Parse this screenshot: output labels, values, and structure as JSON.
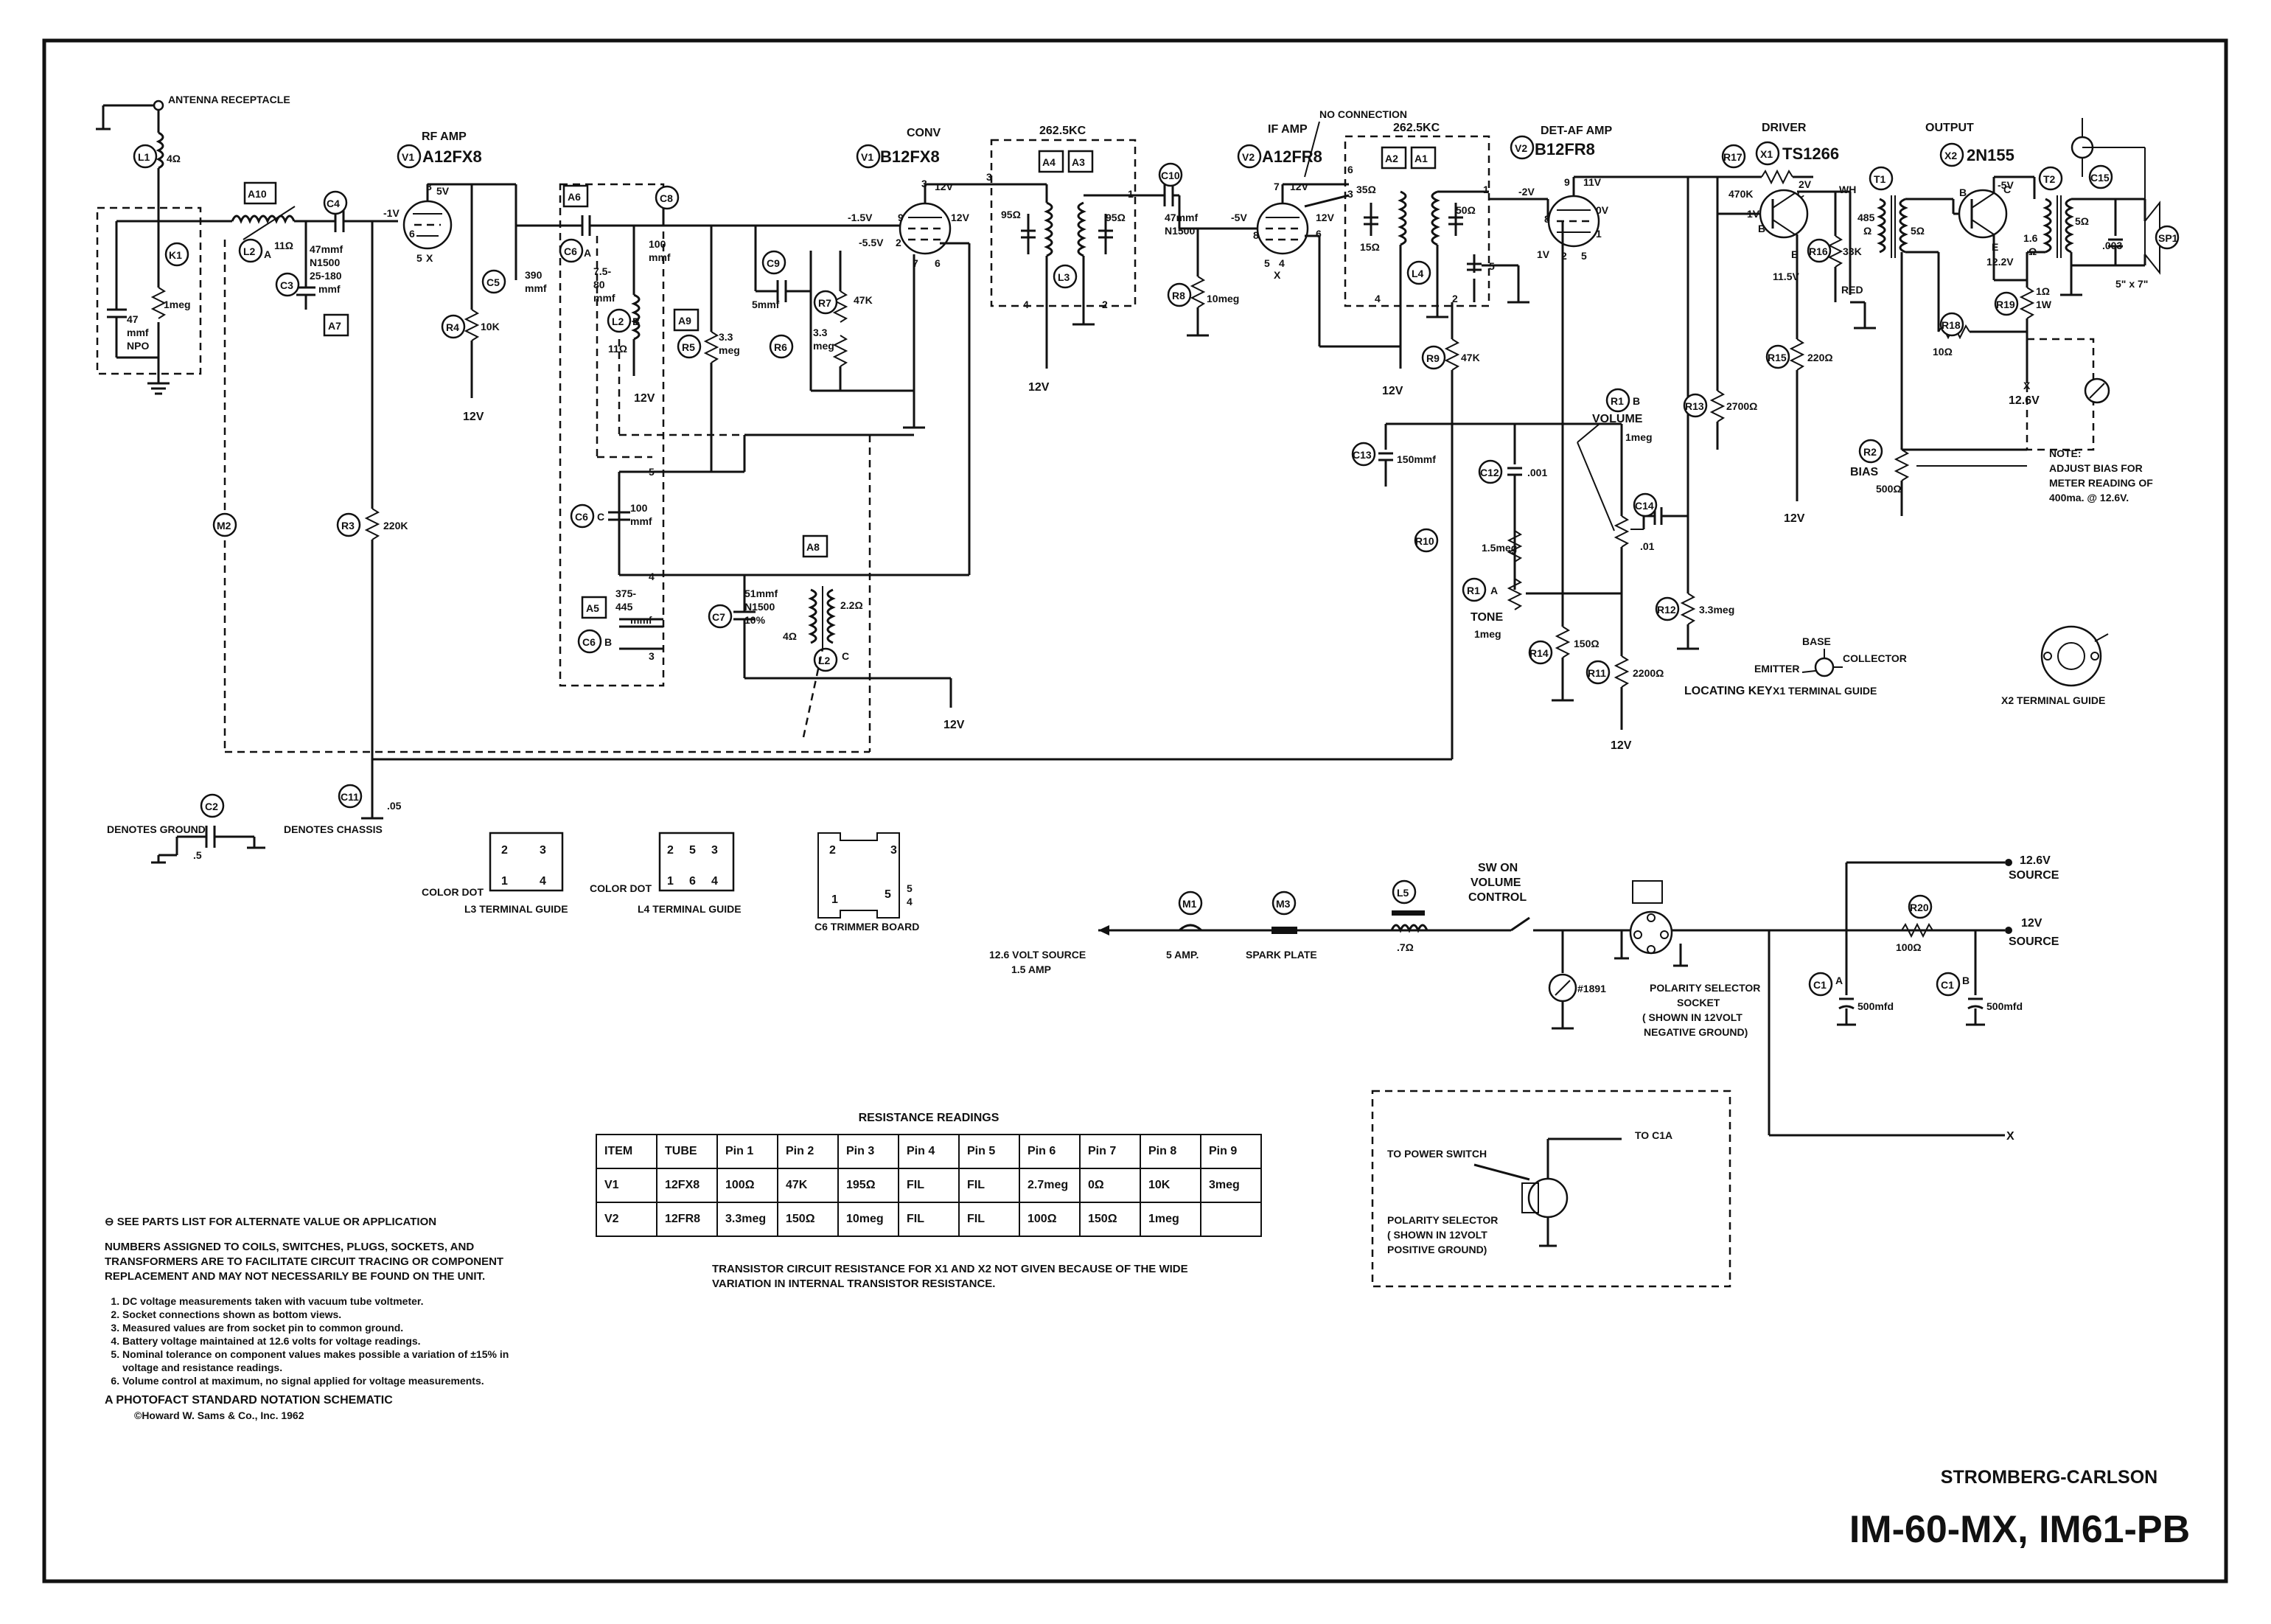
{
  "labels": {
    "antenna": "ANTENNA RECEPTACLE",
    "rf_amp": "RF AMP",
    "v1a_tube": "A12FX8",
    "conv": "CONV",
    "v1b_tube": "B12FX8",
    "if_amp": "IF AMP",
    "v2a_tube": "A12FR8",
    "no_connection": "NO CONNECTION",
    "freq_1": "262.5KC",
    "freq_2": "262.5KC",
    "det_af": "DET-AF AMP",
    "v2b_tube": "B12FR8",
    "driver": "DRIVER",
    "x1": "TS1266",
    "output": "OUTPUT",
    "x2": "2N155",
    "volume": "VOLUME",
    "volume_val": "1meg",
    "tone": "TONE",
    "tone_val": "1meg",
    "bias": "BIAS",
    "bias_val": "500Ω",
    "note_head": "NOTE:",
    "note_1": "ADJUST BIAS FOR",
    "note_2": "METER READING OF",
    "note_3": "400ma. @ 12.6V.",
    "denotes_ground": "DENOTES GROUND",
    "denotes_chassis": "DENOTES CHASSIS",
    "l3_guide": "L3 TERMINAL GUIDE",
    "l4_guide": "L4 TERMINAL GUIDE",
    "c6_board": "C6 TRIMMER BOARD",
    "color_dot": "COLOR DOT",
    "x1_guide": "X1 TERMINAL GUIDE",
    "x2_guide": "X2 TERMINAL GUIDE",
    "base": "BASE",
    "emitter": "EMITTER",
    "collector": "COLLECTOR",
    "locating_key": "LOCATING KEY",
    "source_12_6": "12.6 VOLT SOURCE",
    "source_amp": "1.5 AMP",
    "fuse": "5 AMP.",
    "spark_plate": "SPARK PLATE",
    "sw_on": "SW ON",
    "volume_ctrl": "VOLUME",
    "control": "CONTROL",
    "lamp": "#1891",
    "polarity_1": "POLARITY SELECTOR",
    "polarity_2": "SOCKET",
    "polarity_3": "( SHOWN IN 12VOLT",
    "polarity_4": "NEGATIVE GROUND)",
    "src_126": "12.6V",
    "source": "SOURCE",
    "src_12": "12V",
    "to_power_switch": "TO POWER SWITCH",
    "to_c1a": "TO C1A",
    "pol_b1": "POLARITY SELECTOR",
    "pol_b2": "( SHOWN IN 12VOLT",
    "pol_b3": "POSITIVE GROUND)",
    "speaker": "5\" x 7\"",
    "wh": "WH",
    "red": "RED",
    "r_12v": "12V"
  },
  "resistance": {
    "title": "RESISTANCE READINGS",
    "headers": [
      "ITEM",
      "TUBE",
      "Pin 1",
      "Pin 2",
      "Pin 3",
      "Pin 4",
      "Pin 5",
      "Pin 6",
      "Pin 7",
      "Pin 8",
      "Pin 9"
    ],
    "rows": [
      [
        "V1",
        "12FX8",
        "100Ω",
        "47K",
        "195Ω",
        "FIL",
        "FIL",
        "2.7meg",
        "0Ω",
        "10K",
        "3meg"
      ],
      [
        "V2",
        "12FR8",
        "3.3meg",
        "150Ω",
        "10meg",
        "FIL",
        "FIL",
        "100Ω",
        "150Ω",
        "1meg",
        ""
      ]
    ]
  },
  "transistor_note": "TRANSISTOR CIRCUIT RESISTANCE FOR X1 AND X2 NOT GIVEN BECAUSE OF THE WIDE VARIATION IN INTERNAL TRANSISTOR RESISTANCE.",
  "notes": {
    "see_parts": "⊖ SEE PARTS LIST FOR ALTERNATE VALUE OR APPLICATION",
    "numbers": "NUMBERS ASSIGNED TO COILS, SWITCHES, PLUGS, SOCKETS, AND TRANSFORMERS ARE TO FACILITATE CIRCUIT TRACING OR COMPONENT REPLACEMENT AND MAY NOT NECESSARILY BE FOUND ON THE UNIT.",
    "list": [
      "DC voltage measurements taken with vacuum tube voltmeter.",
      "Socket connections shown as bottom views.",
      "Measured values are from socket pin to common ground.",
      "Battery voltage maintained at 12.6 volts for voltage readings.",
      "Nominal tolerance on component values makes possible a variation of ±15% in voltage and resistance readings.",
      "Volume control at maximum, no signal applied for voltage measurements."
    ],
    "footer": "A PHOTOFACT STANDARD NOTATION SCHEMATIC",
    "footer_copy": "©Howard W. Sams & Co., Inc. 1962"
  },
  "brand": "STROMBERG-CARLSON",
  "model": "IM-60-MX, IM61-PB",
  "parts": [
    {
      "ref": "L1",
      "value": "4Ω"
    },
    {
      "ref": "K1",
      "value": ""
    },
    {
      "ref": "A10",
      "value": ""
    },
    {
      "ref": "L2",
      "value": "11Ω"
    },
    {
      "ref": "C4",
      "value": ""
    },
    {
      "ref": "C3",
      "value": "47mmf N1500 25-180 mmf"
    },
    {
      "ref": "A7",
      "value": ""
    },
    {
      "ref": "V1",
      "value": ""
    },
    {
      "ref": "R4",
      "value": "10K"
    },
    {
      "ref": "C5",
      "value": "390 mmf"
    },
    {
      "ref": "A6",
      "value": ""
    },
    {
      "ref": "C6",
      "value": "7.5-80 mmf"
    },
    {
      "ref": "C8",
      "value": "100 mmf"
    },
    {
      "ref": "A9",
      "value": ""
    },
    {
      "ref": "R5",
      "value": "3.3 meg"
    },
    {
      "ref": "C9",
      "value": "5mmf"
    },
    {
      "ref": "R7",
      "value": "47K"
    },
    {
      "ref": "R6",
      "value": "3.3 meg"
    },
    {
      "ref": "A4",
      "value": ""
    },
    {
      "ref": "A3",
      "value": ""
    },
    {
      "ref": "L3",
      "value": "95Ω"
    },
    {
      "ref": "C10",
      "value": "47mmf N1500"
    },
    {
      "ref": "R8",
      "value": "10meg"
    },
    {
      "ref": "A2",
      "value": ""
    },
    {
      "ref": "A1",
      "value": ""
    },
    {
      "ref": "L4",
      "value": "35Ω 15Ω 50Ω"
    },
    {
      "ref": "R9",
      "value": "47K"
    },
    {
      "ref": "C13",
      "value": "150mmf"
    },
    {
      "ref": "C12",
      "value": ".001"
    },
    {
      "ref": "C14",
      "value": ".01"
    },
    {
      "ref": "R10",
      "value": "1.5meg"
    },
    {
      "ref": "R14",
      "value": "150Ω"
    },
    {
      "ref": "R11",
      "value": "2200Ω"
    },
    {
      "ref": "R12",
      "value": "3.3meg"
    },
    {
      "ref": "R17",
      "value": "470K"
    },
    {
      "ref": "R16",
      "value": "33K"
    },
    {
      "ref": "R15",
      "value": "220Ω"
    },
    {
      "ref": "R13",
      "value": "2700Ω"
    },
    {
      "ref": "T1",
      "value": "485Ω 5Ω"
    },
    {
      "ref": "R18",
      "value": "10Ω"
    },
    {
      "ref": "R19",
      "value": "1Ω 1W"
    },
    {
      "ref": "T2",
      "value": "1.6Ω 5Ω"
    },
    {
      "ref": "C15",
      "value": ".003"
    },
    {
      "ref": "SP1",
      "value": ""
    },
    {
      "ref": "R2",
      "value": "500Ω"
    },
    {
      "ref": "M2",
      "value": ""
    },
    {
      "ref": "R3",
      "value": "220K"
    },
    {
      "ref": "C6C",
      "value": "100 mmf"
    },
    {
      "ref": "A5",
      "value": ""
    },
    {
      "ref": "C6B",
      "value": "375-445 mmf"
    },
    {
      "ref": "C7",
      "value": "51mmf N1500 10%"
    },
    {
      "ref": "A8",
      "value": ""
    },
    {
      "ref": "C11",
      "value": ".05"
    },
    {
      "ref": "C2",
      "value": ".5"
    },
    {
      "ref": "M1",
      "value": "5 AMP."
    },
    {
      "ref": "M3",
      "value": "SPARK PLATE"
    },
    {
      "ref": "L5",
      "value": ".7Ω"
    },
    {
      "ref": "R20",
      "value": "100Ω"
    },
    {
      "ref": "C1A",
      "value": "500mfd"
    },
    {
      "ref": "C1B",
      "value": "500mfd"
    }
  ]
}
